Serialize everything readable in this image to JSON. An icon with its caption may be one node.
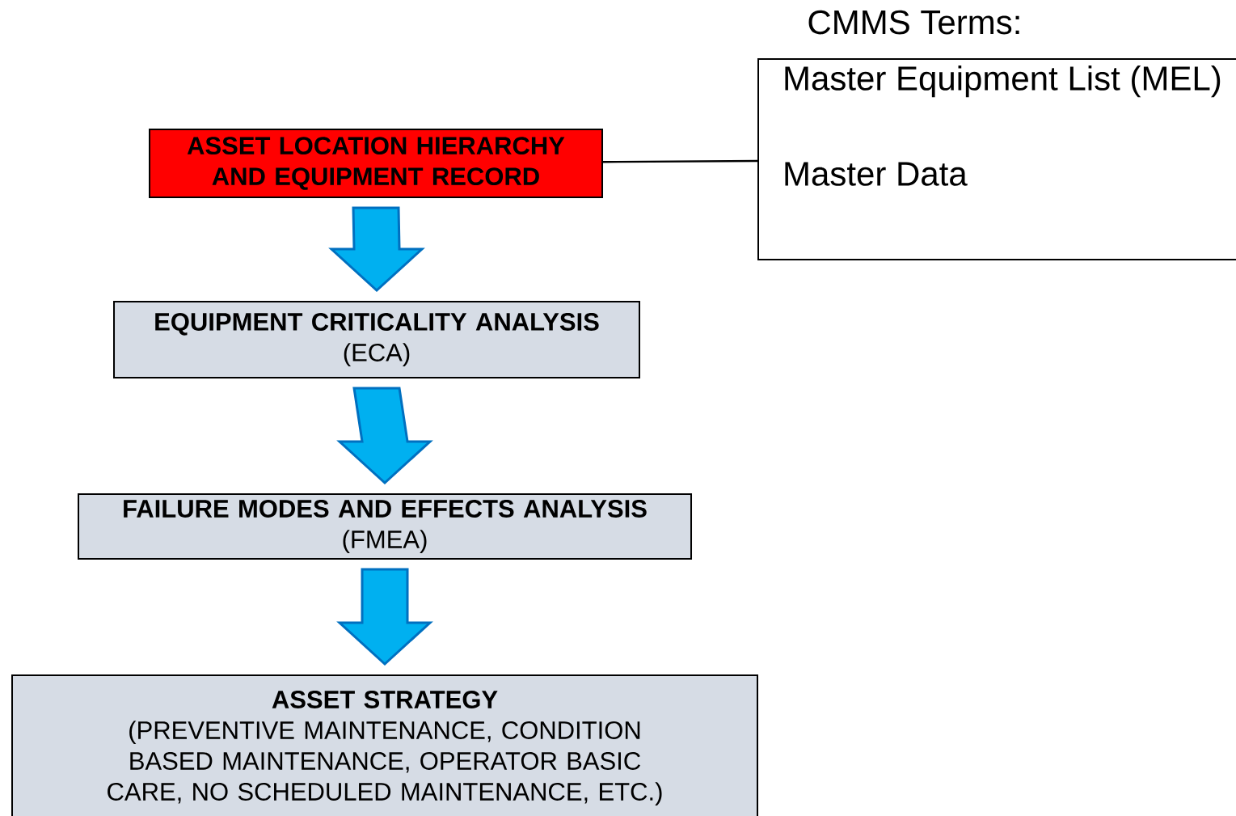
{
  "diagram": {
    "nodes": [
      {
        "text": [
          "ASSET LOCATION HIERARCHY AND EQUIPMENT RECORD"
        ]
      },
      {
        "text": [
          "EQUIPMENT CRITICALITY ANALYSIS",
          "(ECA)"
        ]
      },
      {
        "text": [
          "FAILURE MODES AND EFFECTS ANALYSIS",
          "(FMEA)"
        ]
      },
      {
        "text": [
          "ASSET STRATEGY",
          "(PREVENTIVE MAINTENANCE, CONDITION BASED MAINTENANCE, OPERATOR BASIC CARE, NO SCHEDULED MAINTENANCE, ETC.)"
        ]
      },
      {
        "text": [
          "CMMS Terms:",
          "Master Equipment List (MEL)",
          "Master Data"
        ]
      }
    ],
    "edges": [
      {
        "from": 0,
        "to": 1,
        "arrow": "to"
      },
      {
        "from": 1,
        "to": 2,
        "arrow": "to"
      },
      {
        "from": 2,
        "to": 3,
        "arrow": "to"
      },
      {
        "from": 0,
        "to": 4,
        "arrow": "none"
      }
    ]
  }
}
